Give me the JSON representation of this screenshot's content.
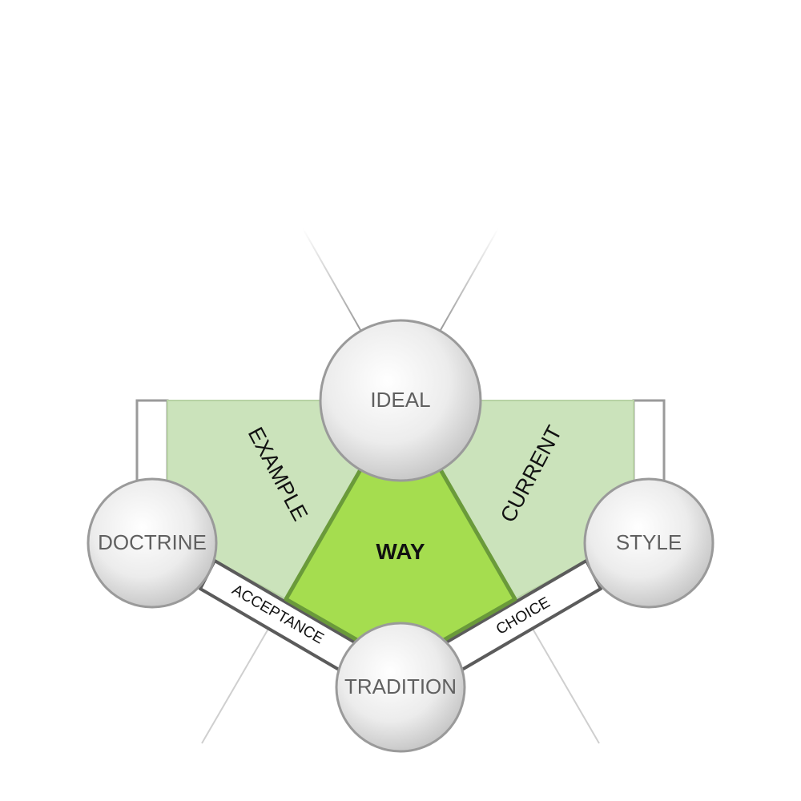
{
  "nodes": {
    "ideal": "IDEAL",
    "doctrine": "DOCTRINE",
    "style": "STYLE",
    "tradition": "TRADITION"
  },
  "center": "WAY",
  "regions": {
    "left": "EXAMPLE",
    "right": "CURRENT"
  },
  "bands": {
    "left": "ACCEPTANCE",
    "right": "CHOICE"
  },
  "colors": {
    "center_fill": "#a5dd4f",
    "center_stroke": "#6a9a3a",
    "region_fill": "#cbe3bb",
    "region_stroke": "#8fae77",
    "band_stroke": "#5b5b5b",
    "node_stroke": "#9a9a9a"
  }
}
